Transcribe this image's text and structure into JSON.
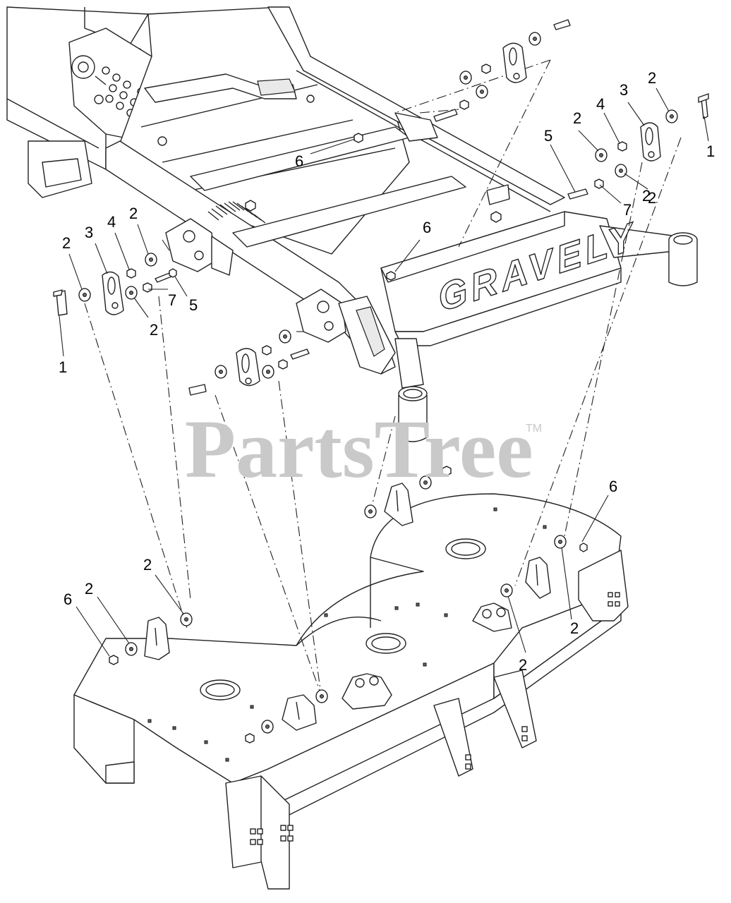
{
  "watermark": {
    "text": "PartsTree",
    "trademark": "TM"
  },
  "brand_decal": "GRAVELY",
  "callouts": [
    {
      "id": "c1",
      "label": "1"
    },
    {
      "id": "c2",
      "label": "2"
    },
    {
      "id": "c3",
      "label": "2"
    },
    {
      "id": "c4",
      "label": "3"
    },
    {
      "id": "c5",
      "label": "4"
    },
    {
      "id": "c6",
      "label": "2"
    },
    {
      "id": "c7",
      "label": "5"
    },
    {
      "id": "c8",
      "label": "2"
    },
    {
      "id": "c9",
      "label": "7"
    },
    {
      "id": "c10",
      "label": "6"
    },
    {
      "id": "c11",
      "label": "2"
    },
    {
      "id": "c12",
      "label": "3"
    },
    {
      "id": "c13",
      "label": "4"
    },
    {
      "id": "c14",
      "label": "2"
    },
    {
      "id": "c15",
      "label": "2"
    },
    {
      "id": "c16",
      "label": "7"
    },
    {
      "id": "c17",
      "label": "5"
    },
    {
      "id": "c18",
      "label": "1"
    },
    {
      "id": "c19",
      "label": "6"
    },
    {
      "id": "c20",
      "label": "6"
    },
    {
      "id": "c21",
      "label": "2"
    },
    {
      "id": "c22",
      "label": "6"
    },
    {
      "id": "c23",
      "label": "2"
    },
    {
      "id": "c24",
      "label": "2"
    },
    {
      "id": "c25",
      "label": "2"
    },
    {
      "id": "c26",
      "label": "2"
    }
  ]
}
